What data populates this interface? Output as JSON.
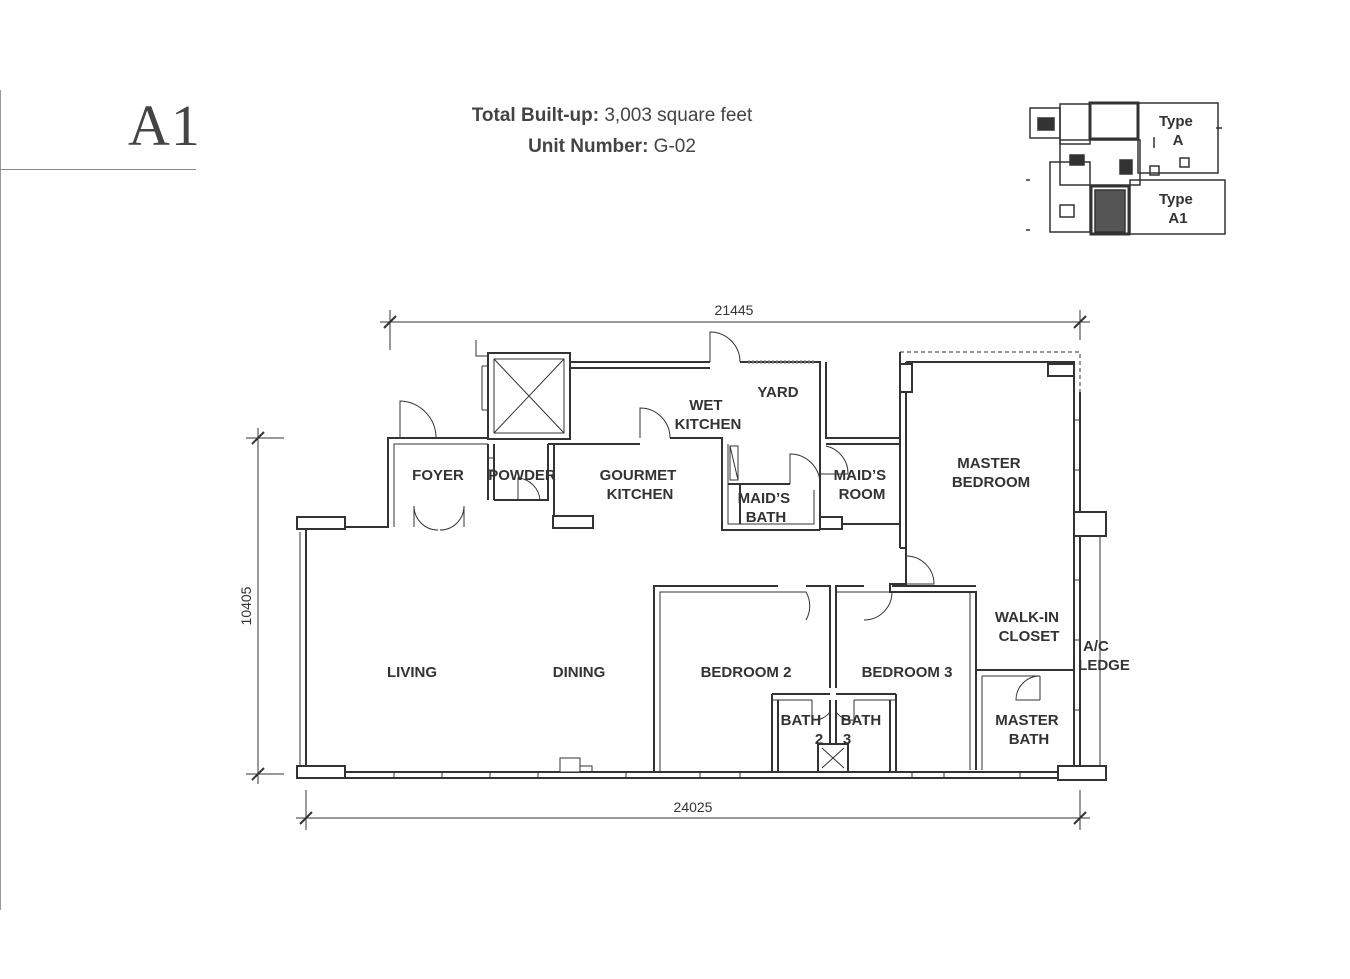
{
  "unit_type": "A1",
  "built_up": {
    "label": "Total Built-up:",
    "value": "3,003 square feet"
  },
  "unit_number": {
    "label": "Unit Number:",
    "value": "G-02"
  },
  "dimensions": {
    "top": "21445",
    "bottom": "24025",
    "left": "10405"
  },
  "rooms": {
    "foyer": "FOYER",
    "powder": "POWDER",
    "gourmet_kitchen": [
      "GOURMET",
      "KITCHEN"
    ],
    "wet_kitchen": [
      "WET",
      "KITCHEN"
    ],
    "yard": "YARD",
    "maids_bath": [
      "MAID’S",
      "BATH"
    ],
    "maids_room": [
      "MAID’S",
      "ROOM"
    ],
    "master_bedroom": [
      "MASTER",
      "BEDROOM"
    ],
    "walk_in_closet": [
      "WALK-IN",
      "CLOSET"
    ],
    "ac_ledge": [
      "A/C",
      "LEDGE"
    ],
    "living": "LIVING",
    "dining": "DINING",
    "bedroom2": "BEDROOM 2",
    "bedroom3": "BEDROOM 3",
    "bath2": [
      "BATH",
      "2"
    ],
    "bath3": [
      "BATH",
      "3"
    ],
    "master_bath": [
      "MASTER",
      "BATH"
    ]
  },
  "key_plan": {
    "type_a": [
      "Type",
      "A"
    ],
    "type_a1": [
      "Type",
      "A1"
    ]
  }
}
